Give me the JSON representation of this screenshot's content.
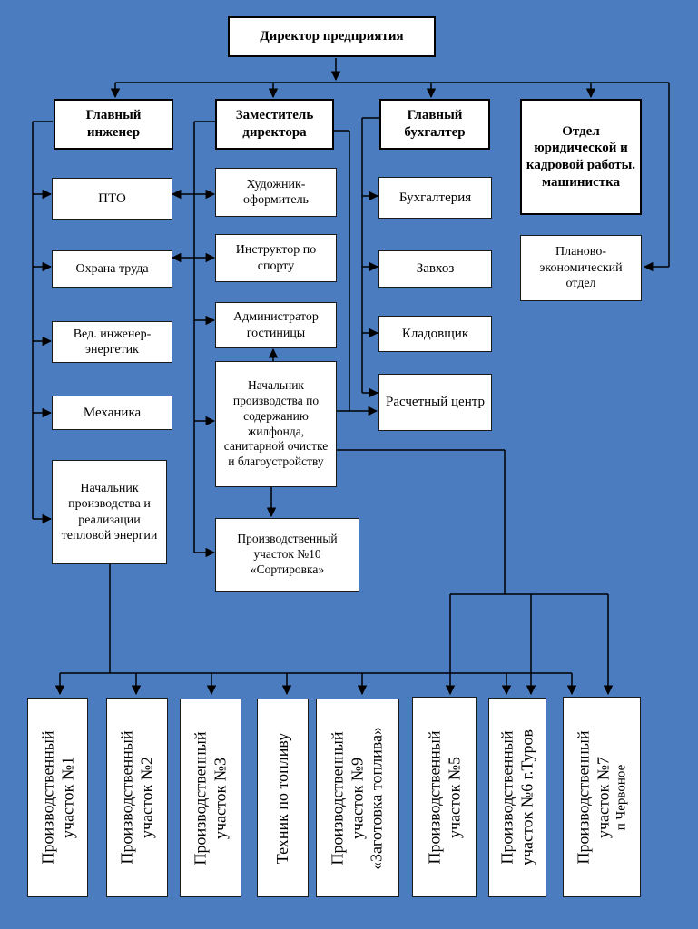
{
  "boxes": {
    "director": "Директор предприятия",
    "chief_engineer": "Главный инженер",
    "deputy_director": "Заместитель директора",
    "chief_accountant": "Главный бухгалтер",
    "legal_hr": "Отдел юридической и кадровой работы. машинистка",
    "pto": "ПТО",
    "labor_safety": "Охрана труда",
    "lead_engineer": "Вед. инженер-энергетик",
    "mechanics": "Механика",
    "heat_production_head": "Начальник производства и реализации тепловой энергии",
    "designer": "Художник-оформитель",
    "sport_instructor": "Инструктор по спорту",
    "hotel_admin": "Администратор гостиницы",
    "housing_head": "Начальник производства по содержанию жилфонда, санитарной очистке и благоустройству",
    "site10": "Производственный участок №10 «Сортировка»",
    "accounting": "Бухгалтерия",
    "supply": "Завхоз",
    "storekeeper": "Кладовщик",
    "settlement_center": "Расчетный центр",
    "planning_dept": "Планово-экономический отдел"
  },
  "sites": [
    {
      "line1": "Производственный",
      "line2": "участок №1"
    },
    {
      "line1": "Производственный",
      "line2": "участок №2"
    },
    {
      "line1": "Производственный",
      "line2": "участок №3"
    },
    {
      "line1": "Техник по топливу",
      "line2": ""
    },
    {
      "line1": "Производственный",
      "line2": "участок №9",
      "line3": "«Заготовка топлива»"
    },
    {
      "line1": "Производственный",
      "line2": "участок №5"
    },
    {
      "line1": "Производственный",
      "line2": "участок №6 г.Туров"
    },
    {
      "line1": "Производственный",
      "line2": "участок №7",
      "line3": "п Червоное"
    }
  ],
  "colors": {
    "background": "#4b7cc0",
    "box": "#ffffff",
    "line": "#000000"
  }
}
